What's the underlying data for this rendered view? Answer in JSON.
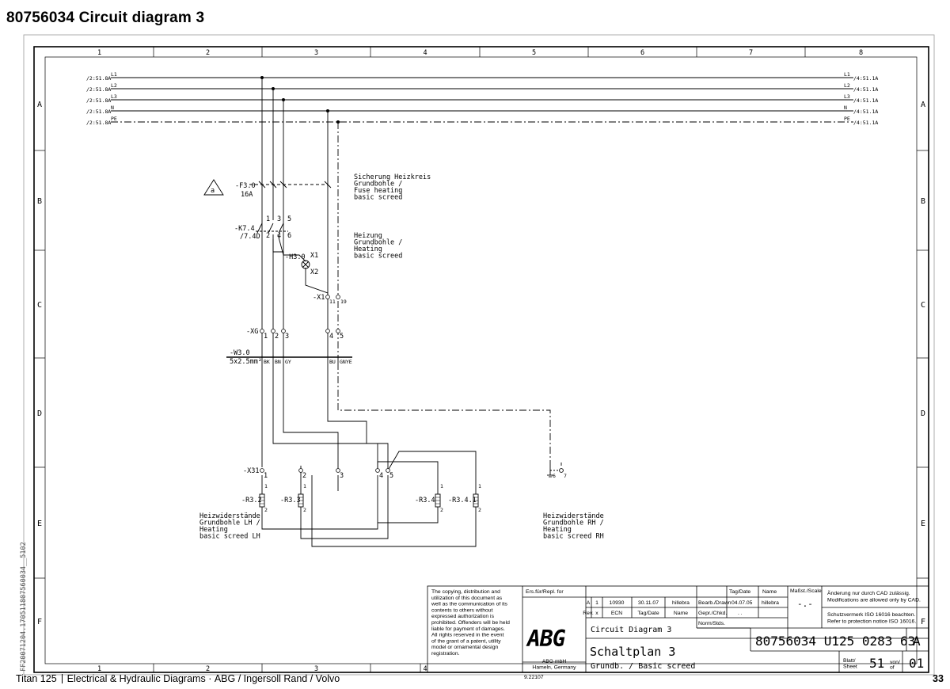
{
  "header": {
    "title": "80756034  Circuit diagram 3"
  },
  "footer": {
    "product": "Titan 125",
    "section": "Electrical & Hydraulic Diagrams",
    "brand": "ABG / Ingersoll Rand / Volvo",
    "page": "33"
  },
  "side_note": "FF20071204.170511807560034__5102",
  "columns": [
    "1",
    "2",
    "3",
    "4",
    "5",
    "6",
    "7",
    "8"
  ],
  "rows": [
    "A",
    "B",
    "C",
    "D",
    "E",
    "F"
  ],
  "buses": {
    "left": [
      "/2:51.8A",
      "/2:51.8A",
      "/2:51.8A",
      "/2:51.8A",
      "/2:51.8A"
    ],
    "names": [
      "L1",
      "L2",
      "L3",
      "N",
      "PE"
    ],
    "right": [
      "/4:51.1A",
      "/4:51.1A",
      "/4:51.1A",
      "/4:51.1A",
      "/4:51.1A"
    ]
  },
  "components": {
    "fuse": {
      "tag": "-F3.0",
      "rating": "16A",
      "triangle": "a",
      "desc": [
        "Sicherung Heizkreis",
        "Grundbohle /",
        "Fuse heating",
        "basic screed"
      ]
    },
    "contactor": {
      "tag": "-K7.4",
      "ref": "/7.4D",
      "top": [
        "1",
        "3",
        "5"
      ],
      "bottom": [
        "2",
        "4",
        "6"
      ],
      "desc": [
        "Heizung",
        "Grundbohle /",
        "Heating",
        "basic screed"
      ]
    },
    "lamp": {
      "tag": "-H3.0",
      "t1": "X1",
      "t2": "X2"
    },
    "x1": {
      "tag": "-X1",
      "t1": "11",
      "t2": "19"
    },
    "xg": {
      "tag": "-XG",
      "t": [
        "1",
        "2",
        "3",
        "4",
        "5"
      ]
    },
    "cable": {
      "tag": "-W3.0",
      "size": "5x2.5mm²",
      "cores": [
        "BK",
        "BN",
        "GY",
        "BU",
        "GNYE"
      ]
    },
    "x31": {
      "tag": "-X31",
      "t": [
        "1",
        "2",
        "3",
        "4",
        "5"
      ]
    },
    "r32": {
      "tag": "-R3.2",
      "t1": "1",
      "t2": "2"
    },
    "r33": {
      "tag": "-R3.3",
      "t1": "1",
      "t2": "2"
    },
    "r34": {
      "tag": "-R3.4",
      "t1": "1",
      "t2": "2"
    },
    "r341": {
      "tag": "-R3.4.1",
      "t1": "1",
      "t2": "2"
    },
    "pe_term": {
      "t": [
        "6",
        "7"
      ]
    },
    "left_heater": [
      "Heizwiderstände",
      "Grundbohle LH /",
      "Heating",
      "basic screed  LH"
    ],
    "right_heater": [
      "Heizwiderstände",
      "Grundbohle RH /",
      "Heating",
      "basic screed RH"
    ]
  },
  "title_block": {
    "copyright": [
      "The copying, distribution and",
      "utilization of this document as",
      "well as the communication of its",
      "contents to others without",
      "expressed authorization is",
      "prohibited. Offenders will be held",
      "liable for payment of damages.",
      "All rights reserved in the event",
      "of the grant of a patent, utility",
      "model or ornamental design",
      "registration."
    ],
    "replaces": "Ers.für/Repl. for",
    "rev_row": [
      "A",
      "1",
      "10930",
      "30.11.07",
      "hillebra"
    ],
    "rev_head": [
      "Rev.",
      "x",
      "ECN",
      "Tag/Date",
      "Name"
    ],
    "date_head": "Tag/Date",
    "name_head": "Name",
    "drawn_label": "Bearb./Drawn",
    "drawn_date": "04.07.05",
    "drawn_name": "hillebra",
    "checked_label": "Gepr./Chkd.",
    "checked_date": ". .",
    "norm_label": "Norm/Stds.",
    "scale_label": "Maßst./Scale",
    "scale_value": "-.-",
    "cad_note": [
      "Änderung nur durch CAD zulässig.",
      "Modifications are allowed only by CAD."
    ],
    "iso_note": [
      "Schutzvermerk ISO 16016 beachten.",
      "Refer to protection notice ISO 16016."
    ],
    "logo": "ABG",
    "company": [
      "ABG mbH",
      "Hameln, Germany"
    ],
    "form_code": "9.22107",
    "title_en": "Circuit Diagram 3",
    "title_de": "Schaltplan 3",
    "subtitle": "Grundb. / Basic screed",
    "drawing_no": "80756034 U125 0283 63",
    "drawing_rev": "A",
    "sheet_label": [
      "Blatt/",
      "Sheet"
    ],
    "sheet_no": "51",
    "of_label": [
      "von/",
      "of"
    ],
    "sheet_total": "01"
  }
}
